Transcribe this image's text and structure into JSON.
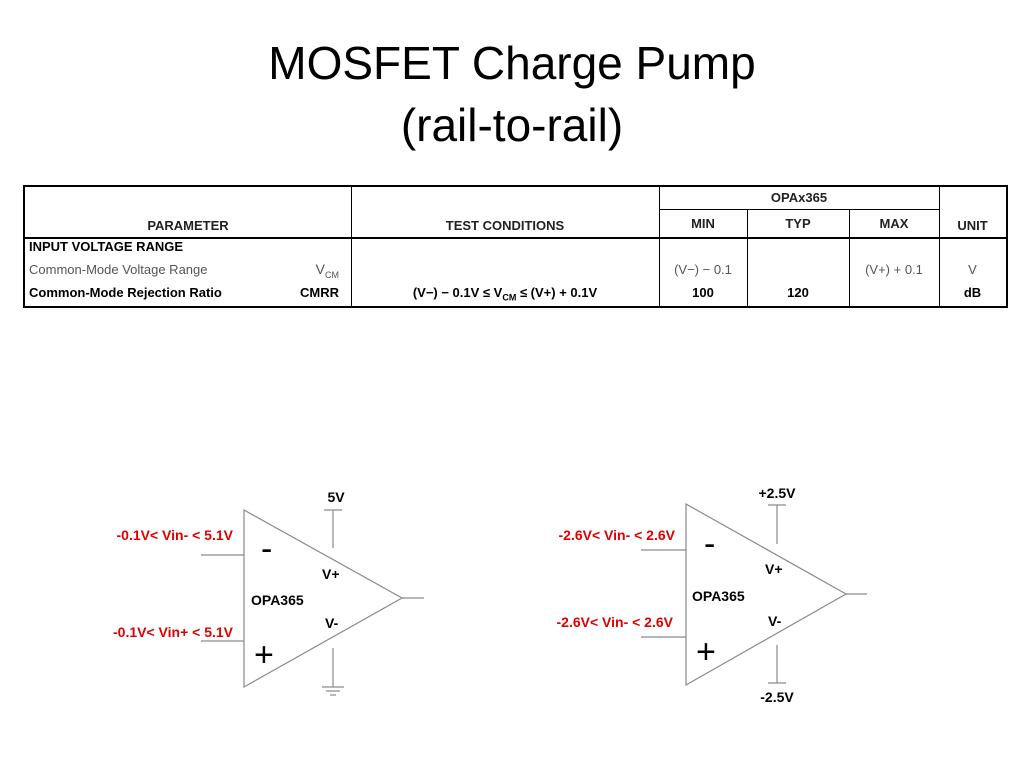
{
  "title": {
    "line1": "MOSFET Charge Pump",
    "line2": "(rail-to-rail)"
  },
  "table": {
    "header": {
      "parameter": "PARAMETER",
      "test_conditions": "TEST CONDITIONS",
      "group": "OPAx365",
      "min": "MIN",
      "typ": "TYP",
      "max": "MAX",
      "unit": "UNIT"
    },
    "section": "INPUT VOLTAGE RANGE",
    "rows": [
      {
        "param": "Common-Mode Voltage Range",
        "symbol": "V",
        "symbol_sub": "CM",
        "condition_pre": "",
        "condition_sub": "",
        "condition_post": "",
        "min": "(V−) − 0.1",
        "typ": "",
        "max": "(V+) + 0.1",
        "unit": "V"
      },
      {
        "param": "Common-Mode Rejection Ratio",
        "symbol": "CMRR",
        "symbol_sub": "",
        "condition_pre": "(V−) − 0.1V ≤ V",
        "condition_sub": "CM",
        "condition_post": " ≤ (V+) + 0.1V",
        "min": "100",
        "typ": "120",
        "max": "",
        "unit": "dB"
      }
    ]
  },
  "circuits": [
    {
      "top_supply": "5V",
      "bottom_supply": "",
      "bottom_is_ground": true,
      "in_minus_range": "-0.1V< Vin- < 5.1V",
      "in_plus_range": "-0.1V< Vin+ < 5.1V",
      "minus_sign": "-",
      "plus_sign": "+",
      "vplus_label": "V+",
      "vminus_label": "V-",
      "part": "OPA365"
    },
    {
      "top_supply": "+2.5V",
      "bottom_supply": "-2.5V",
      "bottom_is_ground": false,
      "in_minus_range": "-2.6V< Vin- < 2.6V",
      "in_plus_range": "-2.6V< Vin- < 2.6V",
      "minus_sign": "-",
      "plus_sign": "+",
      "vplus_label": "V+",
      "vminus_label": "V-",
      "part": "OPA365"
    }
  ],
  "colors": {
    "range_text": "#e00000",
    "lines": "#8a8a8a"
  }
}
